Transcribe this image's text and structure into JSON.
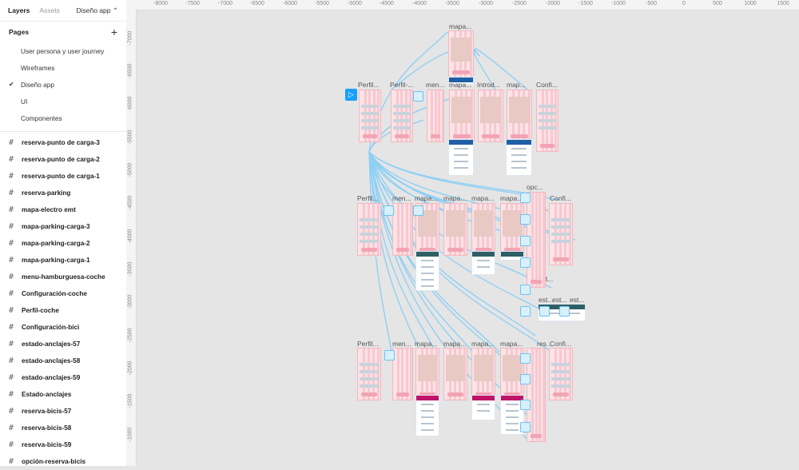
{
  "sidebar": {
    "tabs": [
      {
        "label": "Layers"
      },
      {
        "label": "Assets"
      }
    ],
    "page_selector": "Diseño app ⌃",
    "pages_heading": "Pages",
    "pages": [
      {
        "label": "User persona y user journey",
        "active": false
      },
      {
        "label": "Wireframes",
        "active": false
      },
      {
        "label": "Diseño app",
        "active": true
      },
      {
        "label": "UI",
        "active": false
      },
      {
        "label": "Componentes",
        "active": false
      }
    ],
    "layers": [
      "reserva-punto de carga-3",
      "reserva-punto de carga-2",
      "reserva-punto de carga-1",
      "reserva-parking",
      "mapa-electro emt",
      "mapa-parking-carga-3",
      "mapa-parking-carga-2",
      "mapa-parking-carga-1",
      "menu-hamburguesa-coche",
      "Configuración-coche",
      "Perfil-coche",
      "Configuración-bici",
      "estado-anclajes-57",
      "estado-anclajes-58",
      "estado-anclajes-59",
      "Estado-anclajes",
      "reserva-bicis-57",
      "reserva-bicis-58",
      "reserva-bicis-59",
      "opción-reserva-bicis"
    ]
  },
  "ruler": {
    "top": [
      "-8000",
      "-7500",
      "-7000",
      "-6500",
      "-6000",
      "-5500",
      "-5000",
      "-4500",
      "-4000",
      "-3500",
      "-3000",
      "-2500",
      "-2000",
      "-1500",
      "-1000",
      "-500",
      "0",
      "500",
      "1000",
      "1500"
    ],
    "left": [
      "-7000",
      "-6500",
      "-6000",
      "-5500",
      "-5000",
      "-4500",
      "-4000",
      "-3500",
      "-3000",
      "-2500",
      "-2000",
      "-1500",
      "-1000"
    ]
  },
  "canvas": {
    "frame_labels": {
      "row0": [
        "mapa..."
      ],
      "row1": [
        "Perfil...",
        "Perfil-...",
        "men...",
        "mapa...",
        "Introd...",
        "map...",
        "Confi..."
      ],
      "row2": [
        "Perfil...",
        "men...",
        "mapa...",
        "mapa...",
        "mapa...",
        "mapa...",
        "opc...",
        "res...",
        "Confi...",
        "Est...",
        "est...",
        "est...",
        "est..."
      ],
      "row3": [
        "Perfil...",
        "men...",
        "mapa...",
        "mapa...",
        "mapa...",
        "mapa...",
        "res...",
        "res...",
        "Confi..."
      ]
    },
    "colors": {
      "link": "#8fd0f5",
      "frame": "#fbe3e6",
      "blue_bar": "#1f5fa6",
      "teal_bar": "#2f5f66",
      "magenta_bar": "#c0126a",
      "selection": "#18a0fb"
    },
    "start_icon": "play-icon"
  }
}
